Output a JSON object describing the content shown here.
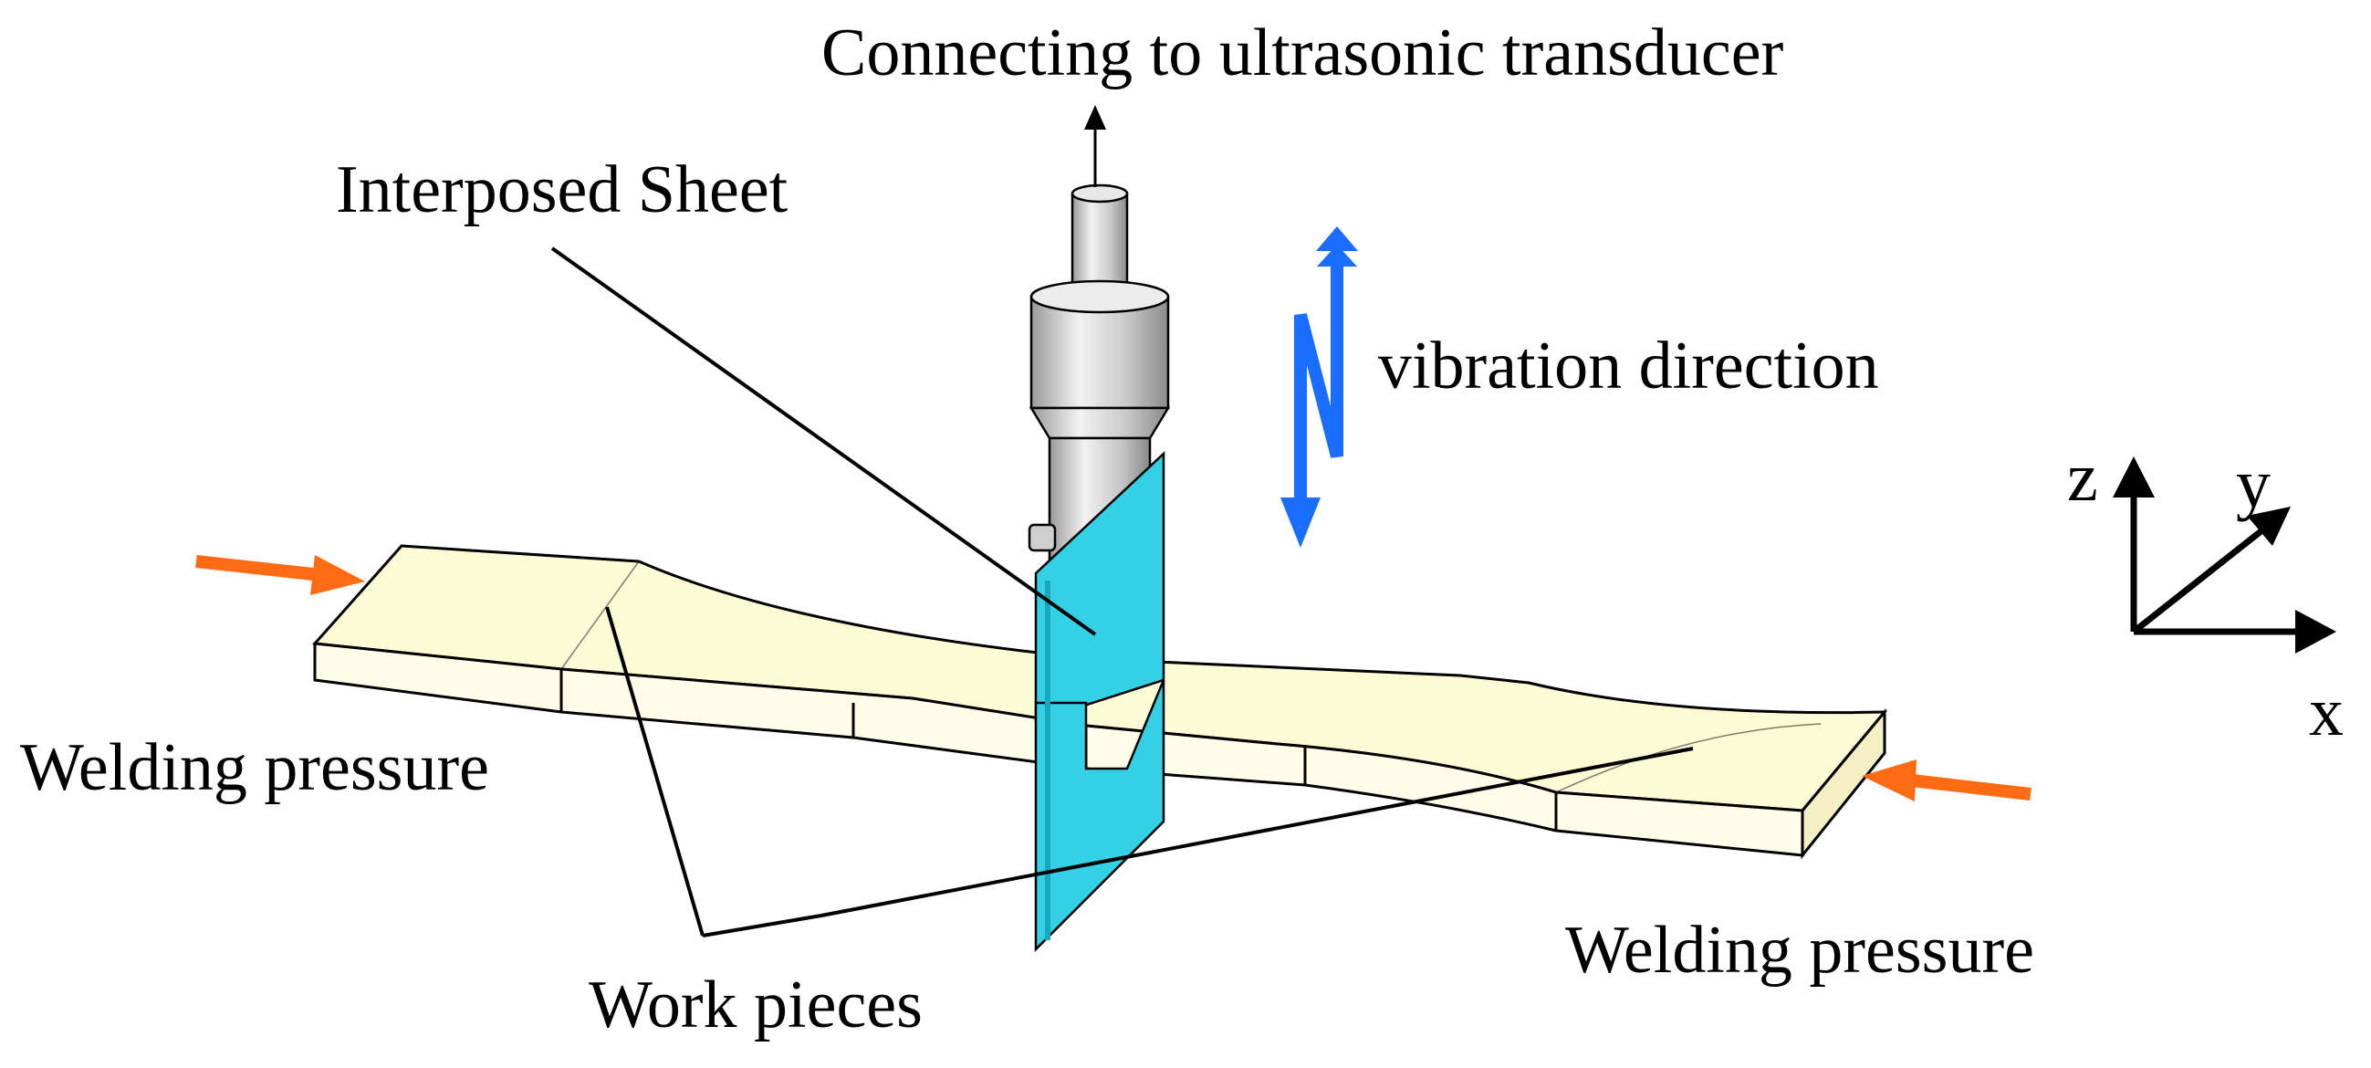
{
  "labels": {
    "transducer": "Connecting to ultrasonic transducer",
    "interposed_sheet": "Interposed Sheet",
    "vibration": "vibration direction",
    "welding_pressure_left": "Welding pressure",
    "welding_pressure_right": "Welding pressure",
    "work_pieces": "Work pieces"
  },
  "axes": {
    "z": "z",
    "y": "y",
    "x": "x"
  },
  "colors": {
    "pressure_arrow": "#ff6a13",
    "vibration_arrow": "#1a6dff",
    "interposed_sheet": "#33d0e6",
    "work_piece": "#fdfbd6",
    "horn": "#d8d8d8",
    "outline": "#000000"
  },
  "icons": {
    "pressure_arrow": "right-arrow-icon",
    "vibration_arrow": "zigzag-double-arrow-icon",
    "transducer_arrow": "up-arrow-icon",
    "axes": "xyz-axes-icon"
  }
}
